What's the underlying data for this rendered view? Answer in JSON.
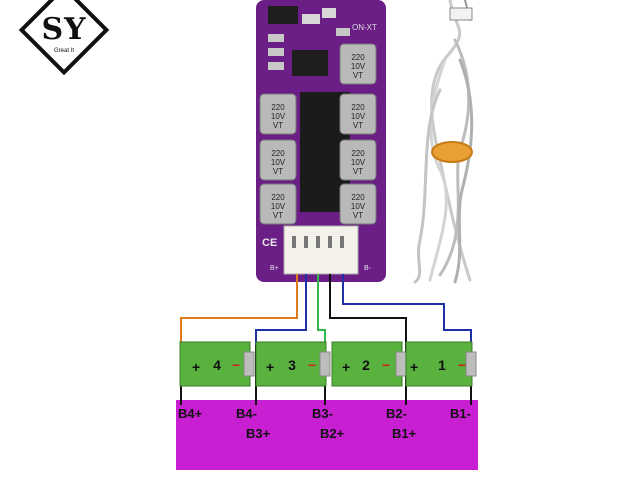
{
  "logo": {
    "text": "SY",
    "subtext": "Great It"
  },
  "board": {
    "brand": "ON-XT",
    "capacitor_lines": [
      "220",
      "10V",
      "VT"
    ],
    "ce_mark": "CE",
    "pin_left": "B+",
    "pin_right": "B-"
  },
  "cells": [
    {
      "number": "4",
      "plus": "+",
      "minus": "−"
    },
    {
      "number": "3",
      "plus": "+",
      "minus": "−"
    },
    {
      "number": "2",
      "plus": "+",
      "minus": "−"
    },
    {
      "number": "1",
      "plus": "+",
      "minus": "−"
    }
  ],
  "labels": {
    "top": [
      "B4+",
      "B4-",
      "B3-",
      "B2-",
      "B1-"
    ],
    "bottom": [
      "B3+",
      "B2+",
      "B1+"
    ]
  },
  "colors": {
    "board": "#6b1f86",
    "cell": "#59b23e",
    "base": "#c81fd2",
    "wire_orange": "#e07a1a",
    "wire_blue": "#2031a8",
    "wire_green": "#31b84a",
    "wire_black": "#111111"
  }
}
